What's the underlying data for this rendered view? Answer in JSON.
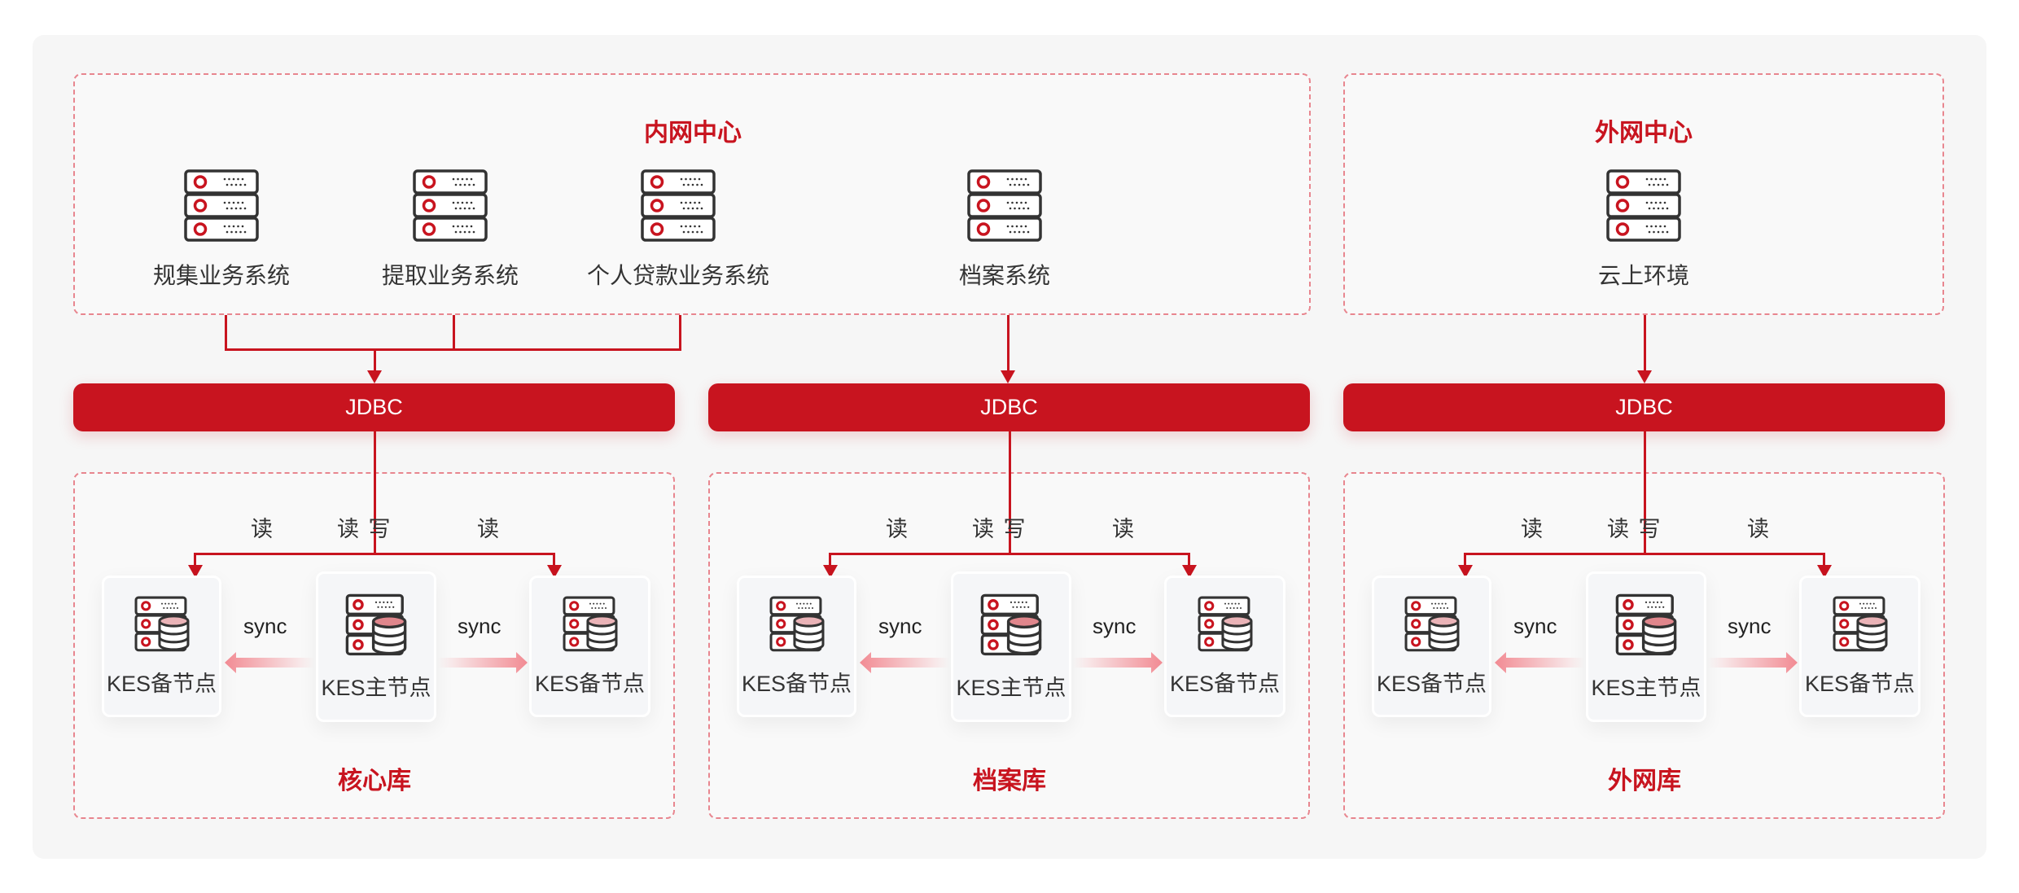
{
  "intranet": {
    "title": "内网中心",
    "systems": [
      "规集业务系统",
      "提取业务系统",
      "个人贷款业务系统",
      "档案系统"
    ]
  },
  "extranet": {
    "title": "外网中心",
    "systems": [
      "云上环境"
    ]
  },
  "jdbc_label": "JDBC",
  "groups": [
    {
      "name": "核心库",
      "read": "读",
      "readwrite": "读 写",
      "standby": "KES备节点",
      "primary": "KES主节点",
      "sync": "sync"
    },
    {
      "name": "档案库",
      "read": "读",
      "readwrite": "读 写",
      "standby": "KES备节点",
      "primary": "KES主节点",
      "sync": "sync"
    },
    {
      "name": "外网库",
      "read": "读",
      "readwrite": "读 写",
      "standby": "KES备节点",
      "primary": "KES主节点",
      "sync": "sync"
    }
  ],
  "colors": {
    "accent": "#c8141f",
    "db_top": "#e0868c"
  }
}
